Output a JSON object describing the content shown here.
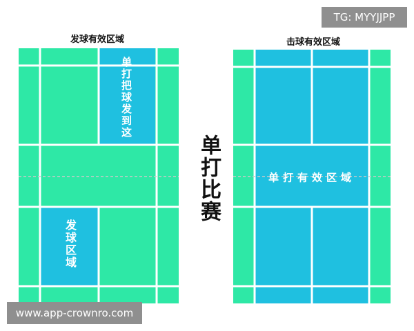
{
  "left_court": {
    "heading": "发球有效区域",
    "top_zone_label": "单打把球发到这",
    "bottom_zone_label": "发球区域"
  },
  "center_title": "单打比赛",
  "right_court": {
    "heading": "击球有效区域",
    "zone_label": "单打有效区域"
  },
  "watermarks": {
    "top_right": "TG: MYYJJPP",
    "bottom_left": "www.app-crownro.com"
  },
  "colors": {
    "court_green": "#2ee8a6",
    "zone_blue": "#1fc0e0",
    "line_white": "#ffffff",
    "tag_gray": "#8f8f8f"
  }
}
